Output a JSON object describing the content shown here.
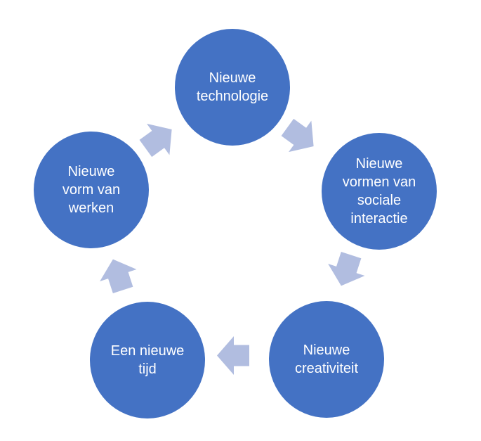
{
  "colors": {
    "background": "#ffffff",
    "node_fill": "#4472c4",
    "node_text": "#ffffff",
    "arrow_fill": "#b1bde0"
  },
  "cycle": {
    "type": "cycle-diagram",
    "direction": "clockwise",
    "nodes": [
      {
        "label": "Nieuwe\ntechnologie"
      },
      {
        "label": "Nieuwe\nvormen van\nsociale\ninteractie"
      },
      {
        "label": "Nieuwe\ncreativiteit"
      },
      {
        "label": "Een nieuwe\ntijd"
      },
      {
        "label": "Nieuwe\nvorm van\nwerken"
      }
    ]
  }
}
